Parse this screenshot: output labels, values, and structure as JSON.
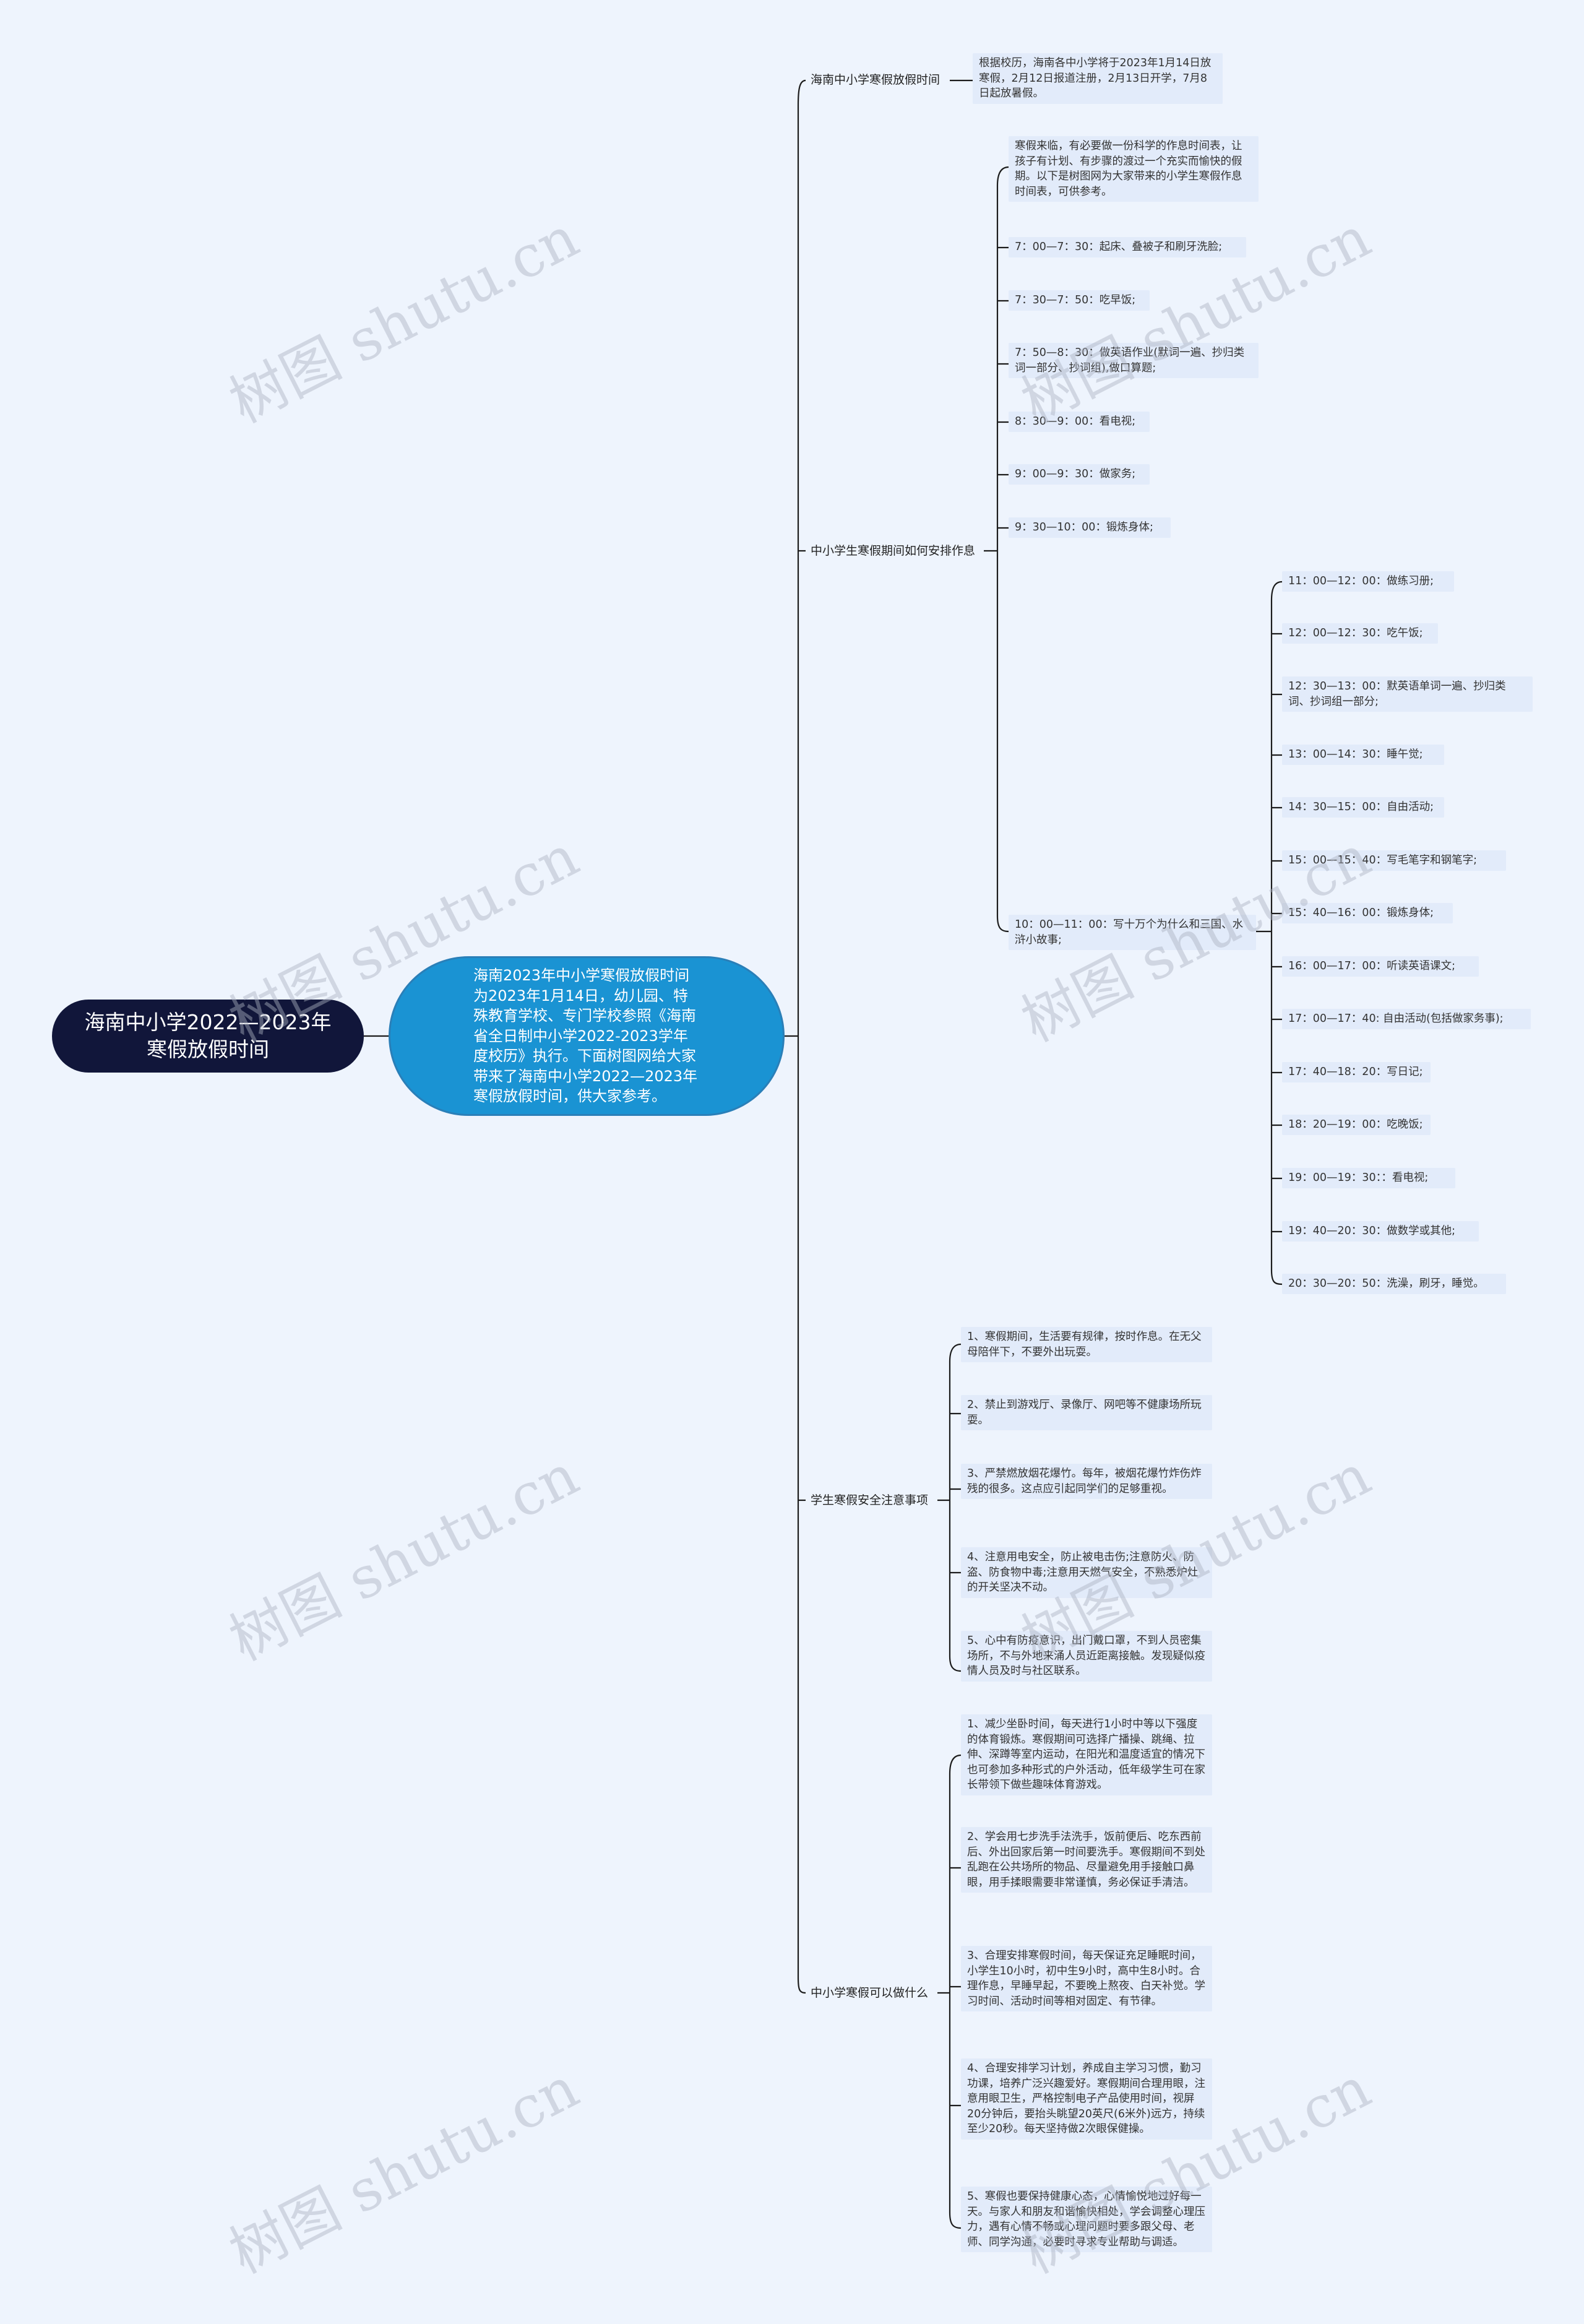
{
  "root": {
    "title": "海南中小学2022—2023年寒假放假时间"
  },
  "center": {
    "text": "海南2023年中小学寒假放假时间为2023年1月14日，幼儿园、特殊教育学校、专门学校参照《海南省全日制中小学2022-2023学年度校历》执行。下面树图网给大家带来了海南中小学2022—2023年寒假放假时间，供大家参考。"
  },
  "watermark": "树图 shutu.cn",
  "branches": [
    {
      "label": "海南中小学寒假放假时间",
      "leaves": [
        "根据校历，海南各中小学将于2023年1月14日放寒假，2月12日报道注册，2月13日开学，7月8日起放暑假。"
      ]
    },
    {
      "label": "中小学生寒假期间如何安排作息",
      "leaves": [
        "寒假来临，有必要做一份科学的作息时间表，让孩子有计划、有步骤的渡过一个充实而愉快的假期。以下是树图网为大家带来的小学生寒假作息时间表，可供参考。",
        "7：00—7：30：起床、叠被子和刷牙洗脸;",
        "7：30—7：50：吃早饭;",
        "7：50—8：30：做英语作业(默词一遍、抄归类词一部分、抄词组),做口算题;",
        "8：30—9：00：看电视;",
        "9：00—9：30：做家务;",
        "9：30—10：00：锻炼身体;",
        "10：00—11：00：写十万个为什么和三国、水浒小故事;"
      ],
      "subleaves": [
        "11：00—12：00：做练习册;",
        "12：00—12：30：吃午饭;",
        "12：30—13：00：默英语单词一遍、抄归类词、抄词组一部分;",
        "13：00—14：30：睡午觉;",
        "14：30—15：00：自由活动;",
        "15：00—15：40：写毛笔字和钢笔字;",
        "15：40—16：00：锻炼身体;",
        "16：00—17：00：听读英语课文;",
        "17：00—17：40: 自由活动(包括做家务事);",
        "17：40—18：20：写日记;",
        "18：20—19：00：吃晚饭;",
        "19：00—19：30：：看电视;",
        "19：40—20：30：做数学或其他;",
        "20：30—20：50：洗澡，刷牙，睡觉。"
      ]
    },
    {
      "label": "学生寒假安全注意事项",
      "leaves": [
        "1、寒假期间，生活要有规律，按时作息。在无父母陪伴下，不要外出玩耍。",
        "2、禁止到游戏厅、录像厅、网吧等不健康场所玩耍。",
        "3、严禁燃放烟花爆竹。每年，被烟花爆竹炸伤炸残的很多。这点应引起同学们的足够重视。",
        "4、注意用电安全，防止被电击伤;注意防火、防盗、防食物中毒;注意用天燃气安全，不熟悉炉灶的开关坚决不动。",
        "5、心中有防疫意识，出门戴口罩，不到人员密集场所，不与外地来涌人员近距离接触。发现疑似疫情人员及时与社区联系。"
      ]
    },
    {
      "label": "中小学寒假可以做什么",
      "leaves": [
        "1、减少坐卧时间，每天进行1小时中等以下强度的体育锻炼。寒假期间可选择广播操、跳绳、拉伸、深蹲等室内运动，在阳光和温度适宜的情况下也可参加多种形式的户外活动，低年级学生可在家长带领下做些趣味体育游戏。",
        "2、学会用七步洗手法洗手，饭前便后、吃东西前后、外出回家后第一时间要洗手。寒假期间不到处乱跑在公共场所的物品、尽量避免用手接触口鼻眼，用手揉眼需要非常谨慎，务必保证手清洁。",
        "3、合理安排寒假时间，每天保证充足睡眠时间，小学生10小时，初中生9小时，高中生8小时。合理作息，早睡早起，不要晚上熬夜、白天补觉。学习时间、活动时间等相对固定、有节律。",
        "4、合理安排学习计划，养成自主学习习惯，勤习功课，培养广泛兴趣爱好。寒假期间合理用眼，注意用眼卫生，严格控制电子产品使用时间，视屏20分钟后，要抬头眺望20英尺(6米外)远方，持续至少20秒。每天坚持做2次眼保健操。",
        "5、寒假也要保持健康心态，心情愉悦地过好每一天。与家人和朋友和谐愉快相处，学会调整心理压力，遇有心情不畅或心理问题时要多跟父母、老师、同学沟通，必要时寻求专业帮助与调适。"
      ]
    }
  ]
}
